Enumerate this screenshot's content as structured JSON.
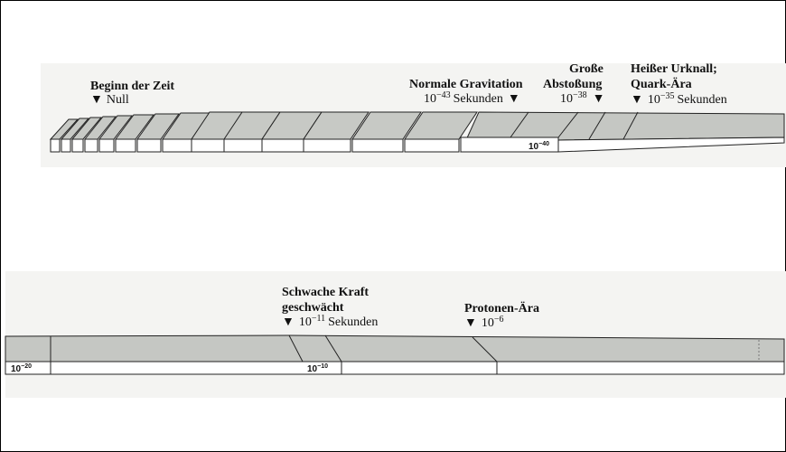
{
  "colors": {
    "band": "#c7c9c5",
    "band_dark": "#b9bbb7",
    "face": "#ffffff",
    "line": "#222222",
    "page_tint": "#f3f3f1"
  },
  "top_timeline": {
    "labels": {
      "beginn": {
        "line1": "Beginn der Zeit",
        "marker": "▼",
        "line2": "Null"
      },
      "gravitation": {
        "line1": "Normale Gravitation",
        "base": "10",
        "exp": "−43",
        "unit": "Sekunden",
        "marker": "▼"
      },
      "abstossung": {
        "line1": "Große",
        "line2": "Abstoßung",
        "base": "10",
        "exp": "−38",
        "marker": "▼"
      },
      "urknall": {
        "line1": "Heißer Urknall;",
        "line2": "Quark-Ära",
        "marker": "▼",
        "base": "10",
        "exp": "−35",
        "unit": "Sekunden"
      }
    },
    "tick": {
      "base": "10",
      "exp": "−40"
    }
  },
  "bottom_timeline": {
    "labels": {
      "schwache": {
        "line1": "Schwache Kraft",
        "line2": "geschwächt",
        "marker": "▼",
        "base": "10",
        "exp": "−11",
        "unit": "Sekunden"
      },
      "protonen": {
        "line1": "Protonen-Ära",
        "marker": "▼",
        "base": "10",
        "exp": "−6"
      }
    },
    "ticks": [
      {
        "base": "10",
        "exp": "−20"
      },
      {
        "base": "10",
        "exp": "−10"
      }
    ]
  }
}
